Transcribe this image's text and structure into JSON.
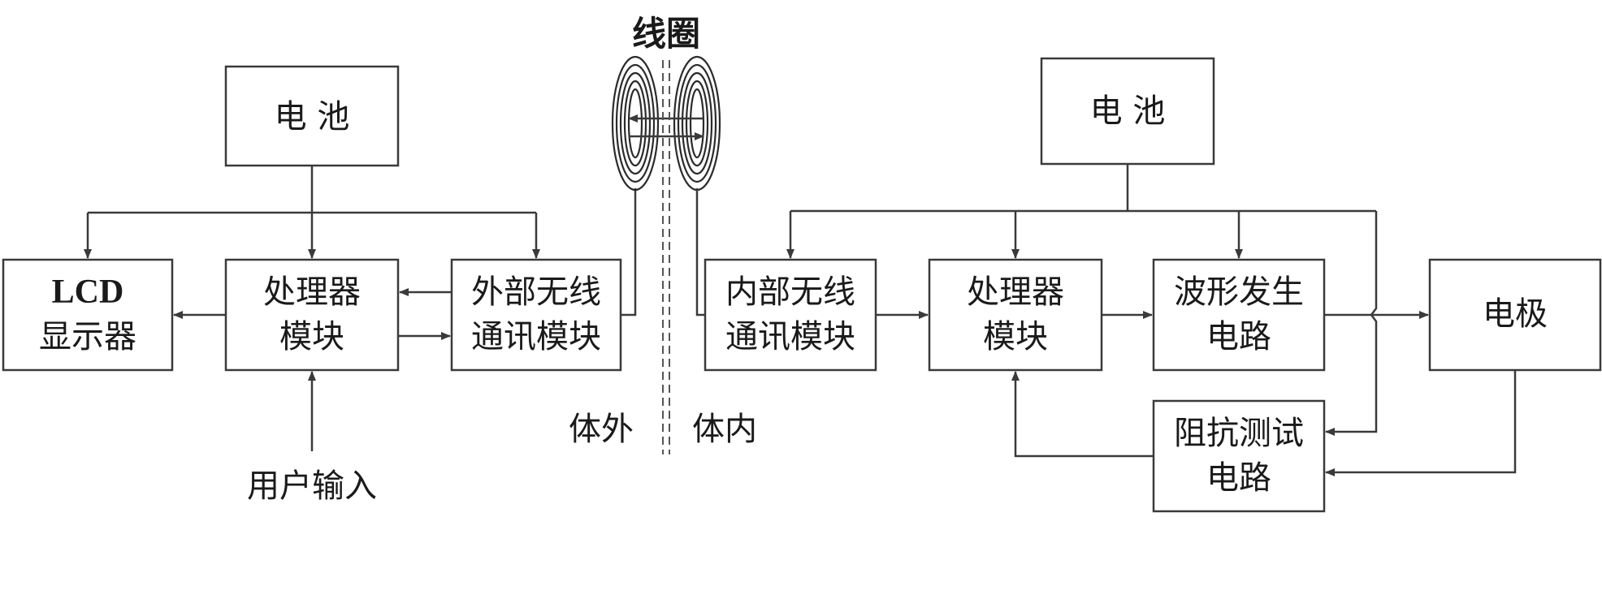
{
  "labels": {
    "coil": "线圈",
    "outside_body": "体外",
    "inside_body": "体内",
    "user_input": "用户输入"
  },
  "external": {
    "battery": "电 池",
    "lcd_line1": "LCD",
    "lcd_line2": "显示器",
    "processor_line1": "处理器",
    "processor_line2": "模块",
    "wireless_line1": "外部无线",
    "wireless_line2": "通讯模块"
  },
  "internal": {
    "battery": "电 池",
    "wireless_line1": "内部无线",
    "wireless_line2": "通讯模块",
    "processor_line1": "处理器",
    "processor_line2": "模块",
    "waveform_line1": "波形发生",
    "waveform_line2": "电路",
    "impedance_line1": "阻抗测试",
    "impedance_line2": "电路",
    "electrode": "电极"
  }
}
